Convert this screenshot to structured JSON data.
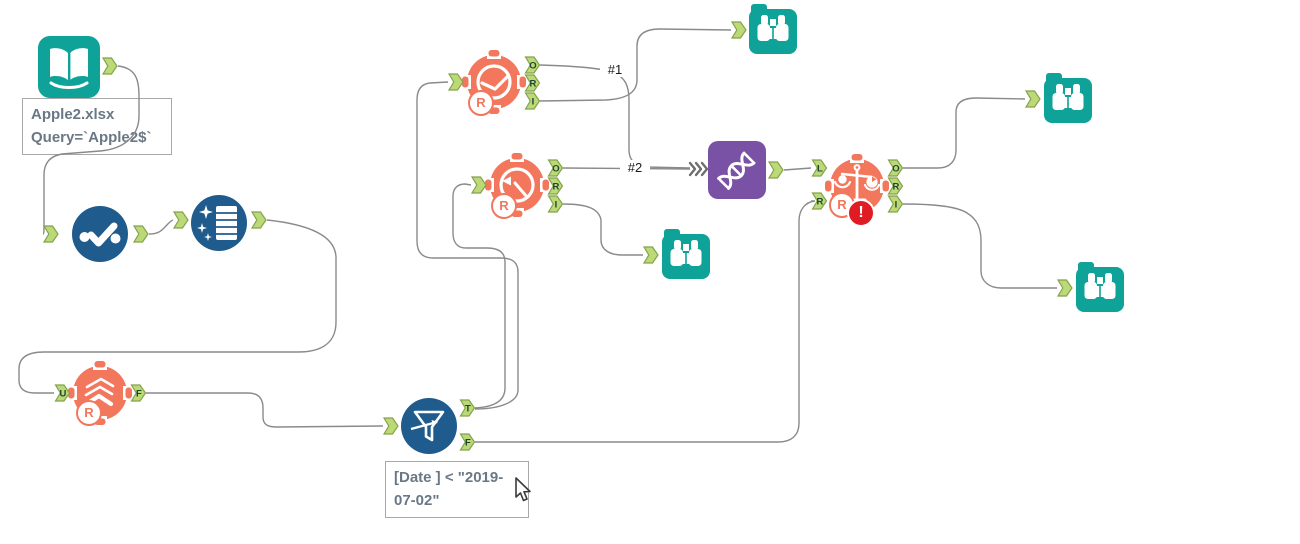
{
  "colors": {
    "teal": "#0FA298",
    "dark_blue": "#1F5C8D",
    "coral": "#F2775C",
    "purple": "#7951A5",
    "anchor_fill": "#BCD978",
    "anchor_border": "#85A24B",
    "wire_gray": "#8A8A8A",
    "error_red": "#E01B24",
    "annotation_text": "#6A7886"
  },
  "connection_labels": {
    "label_1": "#1",
    "label_2": "#2"
  },
  "nodes": {
    "input_data": {
      "icon": "book-icon",
      "annotation": {
        "line1": "Apple2.xlsx",
        "line2": "Query=`Apple2$`"
      }
    },
    "select": {
      "icon": "check-dots-icon"
    },
    "data_cleansing": {
      "icon": "sparkle-table-icon"
    },
    "macro_stack": {
      "icon": "chevron-stack-icon",
      "badge": "R",
      "anchors": {
        "input": "U",
        "output": "F"
      }
    },
    "filter": {
      "icon": "funnel-icon",
      "anchors": {
        "true_out": "T",
        "false_out": "F"
      },
      "annotation": {
        "line1": "[Date ] < \"2019-",
        "line2": "07-02\""
      }
    },
    "macro_clock_top": {
      "icon": "clock-icon",
      "badge": "R",
      "anchors": {
        "o": "O",
        "r": "R",
        "i": "I"
      }
    },
    "macro_clock_bottom": {
      "icon": "clock-arrow-icon",
      "badge": "R",
      "anchors": {
        "o": "O",
        "r": "R",
        "i": "I"
      }
    },
    "union_dna": {
      "icon": "dna-icon"
    },
    "macro_scales": {
      "icon": "scales-icon",
      "badge": "R",
      "error": "!",
      "anchors": {
        "left_in": "L",
        "right_in": "R",
        "o": "O",
        "r": "R",
        "i": "I"
      }
    },
    "browse_top": {
      "icon": "binoculars-icon"
    },
    "browse_middle": {
      "icon": "binoculars-icon"
    },
    "browse_right_top": {
      "icon": "binoculars-icon"
    },
    "browse_right_bottom": {
      "icon": "binoculars-icon"
    }
  }
}
